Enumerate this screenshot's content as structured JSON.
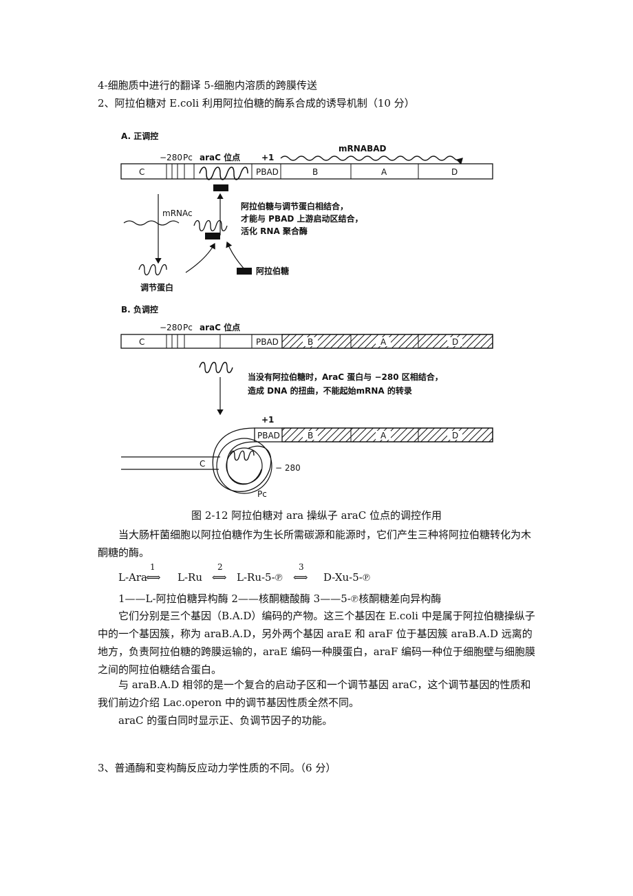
{
  "header_line": "4-细胞质中进行的翻译 5-细胞内溶质的跨膜传送",
  "question2": "2、阿拉伯糖对 E.coli 利用阿拉伯糖的酶系合成的诱导机制（10 分）",
  "figure": {
    "panelA_title": "A. 正调控",
    "panelB_title": "B. 负调控",
    "m280": "−280",
    "pc": "Pc",
    "arac_site": "araC 位点",
    "plus1": "+1",
    "mrna_bad": "mRNABAD",
    "gene_c": "C",
    "pbad": "PBAD",
    "gene_b": "B",
    "gene_a": "A",
    "gene_d": "D",
    "mrna_c": "mRNAc",
    "note_a1": "阿拉伯糖与调节蛋白相结合，",
    "note_a2": "才能与 PBAD 上游启动区结合，",
    "note_a3": "活化 RNA 聚合酶",
    "arabinose": "阿拉伯糖",
    "regulator": "调节蛋白",
    "note_b1": "当没有阿拉伯糖时，AraC 蛋白与 −280 区相结合，",
    "note_b2": "造成 DNA 的扭曲，不能起始mRNA 的转录",
    "m280b": "− 280"
  },
  "caption": "图 2-12    阿拉伯糖对 ara 操纵子 araC 位点的调控作用",
  "para1": "当大肠杆菌细胞以阿拉伯糖作为生长所需碳源和能源时，它们产生三种将阿拉伯糖转化为木酮糖的酶。",
  "reaction": {
    "s1": "L-Ara",
    "s2": "L-Ru",
    "s3": "L-Ru-5-℗",
    "s4": "D-Xu-5-℗",
    "n1": "1",
    "n2": "2",
    "n3": "3"
  },
  "enzymes": "1——L-阿拉伯糖异构酶    2——核酮糖酸酶    3——5-℗核酮糖差向异构酶",
  "para2": "它们分别是三个基因（B.A.D）编码的产物。这三个基因在 E.coli 中是属于阿拉伯糖操纵子中的一个基因簇，称为 araB.A.D，另外两个基因 araE 和 araF 位于基因簇 araB.A.D 远离的地方，负责阿拉伯糖的跨膜运输的，araE 编码一种膜蛋白，araF 编码一种位于细胞壁与细胞膜之间的阿拉伯糖结合蛋白。",
  "para3": "与 araB.A.D 相邻的是一个复合的启动子区和一个调节基因 araC，这个调节基因的性质和我们前边介绍 Lac.operon 中的调节基因性质全然不同。",
  "para4": "araC 的蛋白同时显示正、负调节因子的功能。",
  "question3": "3、普通酶和变构酶反应动力学性质的不同。（6 分）"
}
